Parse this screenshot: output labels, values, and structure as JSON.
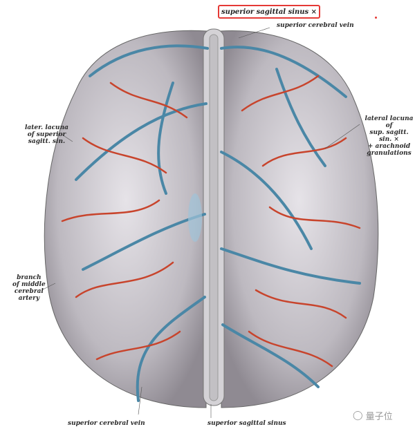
{
  "labels": {
    "highlighted": "superior sagittal sinus ×",
    "sup_cerebral_vein_top": "superior cerebral vein",
    "later_lacuna": "later. lacuna\nof superior\nsagitt. sin.",
    "lateral_lacuna_right": "lateral lacuna of\nsup. sagitt. sin. ×\n+ arachnoid\ngranulations",
    "branch_mca": "branch\nof middle\ncerebral\nartery",
    "sup_cerebral_vein_bottom": "superior cerebral vein",
    "sup_sagittal_sinus_bottom": "superior sagittal sinus"
  },
  "watermark": "量子位",
  "colors": {
    "highlight": "#e53935",
    "vein": "#4a87a6",
    "artery": "#c8442c",
    "brain": "#c9c6cc"
  }
}
